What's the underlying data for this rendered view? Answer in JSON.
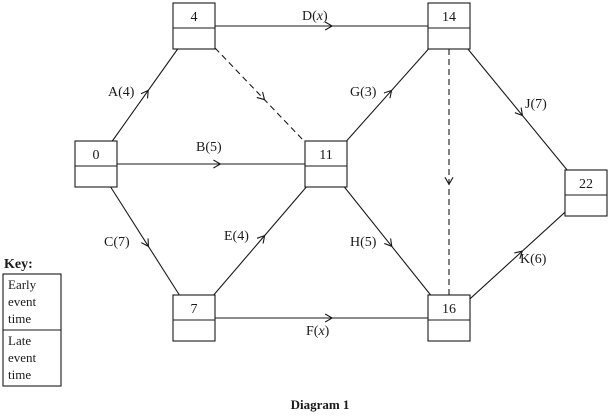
{
  "nodes": [
    {
      "id": "n0",
      "early": "0",
      "late": ""
    },
    {
      "id": "n4",
      "early": "4",
      "late": ""
    },
    {
      "id": "n7",
      "early": "7",
      "late": ""
    },
    {
      "id": "n11",
      "early": "11",
      "late": ""
    },
    {
      "id": "n14",
      "early": "14",
      "late": ""
    },
    {
      "id": "n16",
      "early": "16",
      "late": ""
    },
    {
      "id": "n22",
      "early": "22",
      "late": ""
    }
  ],
  "activities": [
    {
      "name": "A",
      "duration": "4",
      "label": "A(4)",
      "from": "n0",
      "to": "n4"
    },
    {
      "name": "B",
      "duration": "5",
      "label": "B(5)",
      "from": "n0",
      "to": "n11"
    },
    {
      "name": "C",
      "duration": "7",
      "label": "C(7)",
      "from": "n0",
      "to": "n7"
    },
    {
      "name": "D",
      "duration": "x",
      "label": "D(x)",
      "from": "n4",
      "to": "n14"
    },
    {
      "name": "E",
      "duration": "4",
      "label": "E(4)",
      "from": "n7",
      "to": "n11"
    },
    {
      "name": "F",
      "duration": "x",
      "label": "F(x)",
      "from": "n7",
      "to": "n16"
    },
    {
      "name": "G",
      "duration": "3",
      "label": "G(3)",
      "from": "n11",
      "to": "n14"
    },
    {
      "name": "H",
      "duration": "5",
      "label": "H(5)",
      "from": "n11",
      "to": "n16"
    },
    {
      "name": "J",
      "duration": "7",
      "label": "J(7)",
      "from": "n14",
      "to": "n22"
    },
    {
      "name": "K",
      "duration": "6",
      "label": "K(6)",
      "from": "n16",
      "to": "n22"
    }
  ],
  "dummies": [
    {
      "from": "n4",
      "to": "n11"
    },
    {
      "from": "n14",
      "to": "n16"
    }
  ],
  "key": {
    "title": "Key:",
    "early_lines": [
      "Early",
      "event",
      "time"
    ],
    "late_lines": [
      "Late",
      "event",
      "time"
    ]
  },
  "caption": "Diagram 1"
}
